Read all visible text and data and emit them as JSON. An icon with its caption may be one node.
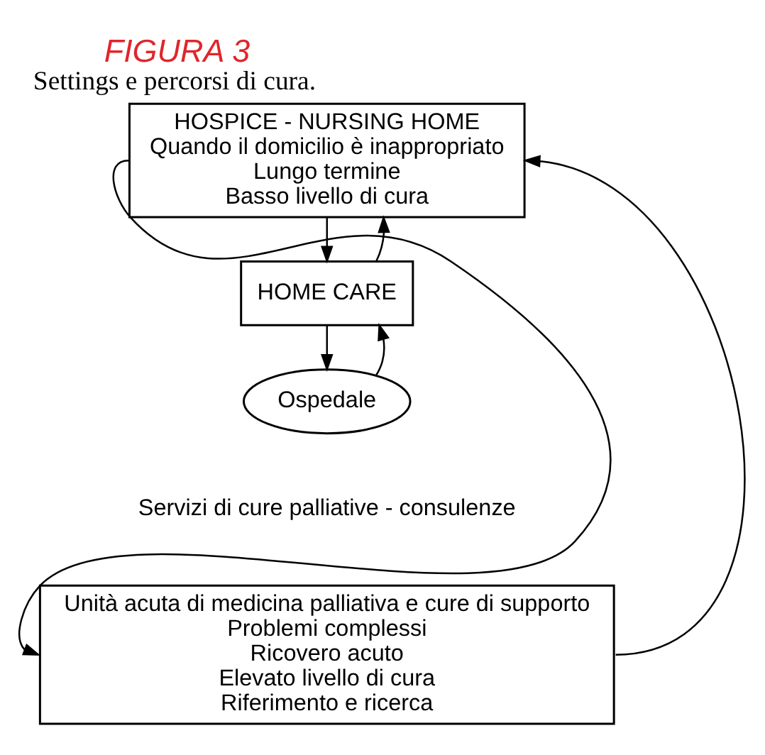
{
  "diagram": {
    "title": "FIGURA 3",
    "caption": "Settings e percorsi di cura.",
    "nodes": [
      {
        "text": [
          "HOSPICE - NURSING HOME",
          "Quando il domicilio è inappropriato",
          "Lungo termine",
          "Basso livello di cura"
        ]
      },
      {
        "text": [
          "HOME CARE"
        ]
      },
      {
        "text": [
          "Ospedale"
        ]
      },
      {
        "text": [
          "Unità acuta di medicina palliativa e cure di supporto",
          "Problemi complessi",
          "Ricovero acuto",
          "Elevato livello di cura",
          "Riferimento e ricerca"
        ]
      }
    ],
    "edges": [
      {
        "from": 0,
        "to": 1,
        "arrow": "to"
      },
      {
        "from": 1,
        "to": 0,
        "arrow": "to"
      },
      {
        "from": 1,
        "to": 2,
        "arrow": "to"
      },
      {
        "from": 2,
        "to": 1,
        "arrow": "to"
      },
      {
        "from": 0,
        "to": 3,
        "arrow": "to"
      },
      {
        "from": 3,
        "to": 0,
        "arrow": "to"
      }
    ],
    "labels": [
      "Servizi di cure palliative - consulenze"
    ]
  }
}
